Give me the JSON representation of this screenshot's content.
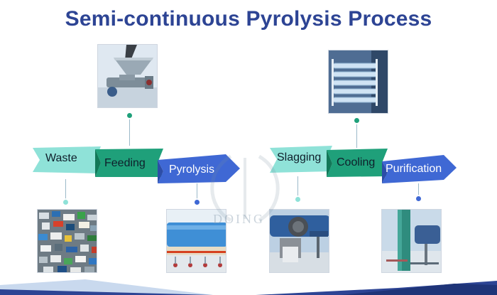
{
  "title": "Semi-continuous Pyrolysis Process",
  "steps": [
    {
      "label": "Waste",
      "color": "#8fe2d8"
    },
    {
      "label": "Feeding",
      "color": "#1fa07a"
    },
    {
      "label": "Pyrolysis",
      "color": "#3f68d4"
    },
    {
      "label": "Slagging",
      "color": "#8fe2d8"
    },
    {
      "label": "Cooling",
      "color": "#1fa07a"
    },
    {
      "label": "Purification",
      "color": "#3f68d4"
    }
  ],
  "watermark_text": "DOING",
  "colors": {
    "title": "#2d4494",
    "accent_teal": "#1fa07a",
    "accent_blue": "#3f68d4",
    "accent_light": "#8fe2d8",
    "footer": "#2d4494"
  }
}
